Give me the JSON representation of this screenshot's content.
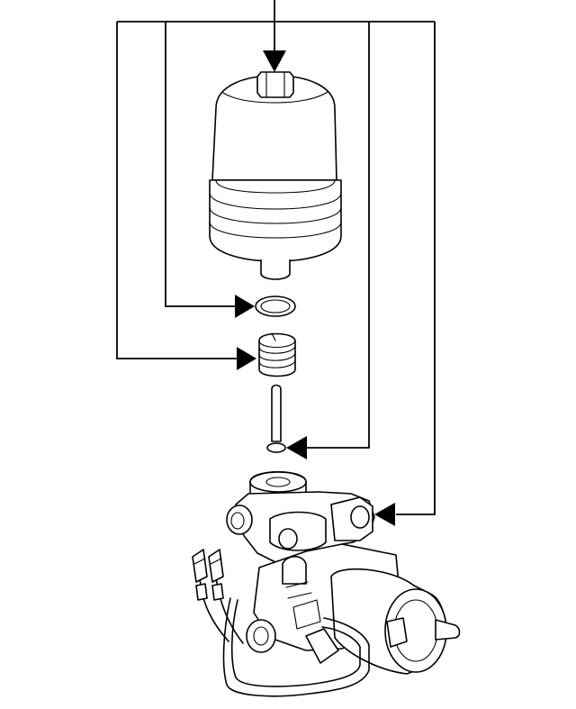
{
  "diagram": {
    "type": "exploded-parts-diagram",
    "line_color": "#000000",
    "background": "#ffffff",
    "parts": [
      {
        "id": "oil-filter-cartridge",
        "icon": "filter-canister"
      },
      {
        "id": "o-ring-seal",
        "icon": "ring"
      },
      {
        "id": "coil-spring",
        "icon": "spring"
      },
      {
        "id": "valve-pin",
        "icon": "pin"
      },
      {
        "id": "pump-motor-assembly",
        "icon": "pump-motor"
      }
    ]
  }
}
